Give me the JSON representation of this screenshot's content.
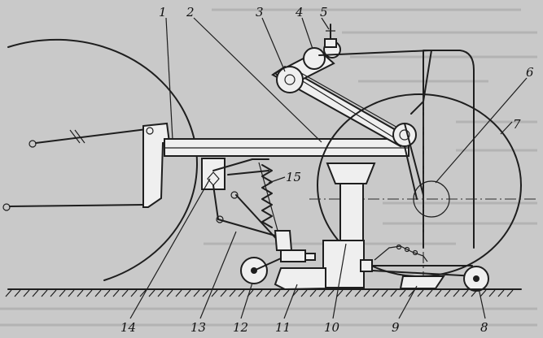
{
  "figure": {
    "labels": [
      {
        "id": "1",
        "text": "1"
      },
      {
        "id": "2",
        "text": "2"
      },
      {
        "id": "3",
        "text": "3"
      },
      {
        "id": "4",
        "text": "4"
      },
      {
        "id": "5",
        "text": "5"
      },
      {
        "id": "6",
        "text": "6"
      },
      {
        "id": "7",
        "text": "7"
      },
      {
        "id": "8",
        "text": "8"
      },
      {
        "id": "9",
        "text": "9"
      },
      {
        "id": "10",
        "text": "10"
      },
      {
        "id": "11",
        "text": "11"
      },
      {
        "id": "12",
        "text": "12"
      },
      {
        "id": "13",
        "text": "13"
      },
      {
        "id": "14",
        "text": "14"
      },
      {
        "id": "15",
        "text": "15"
      }
    ]
  }
}
